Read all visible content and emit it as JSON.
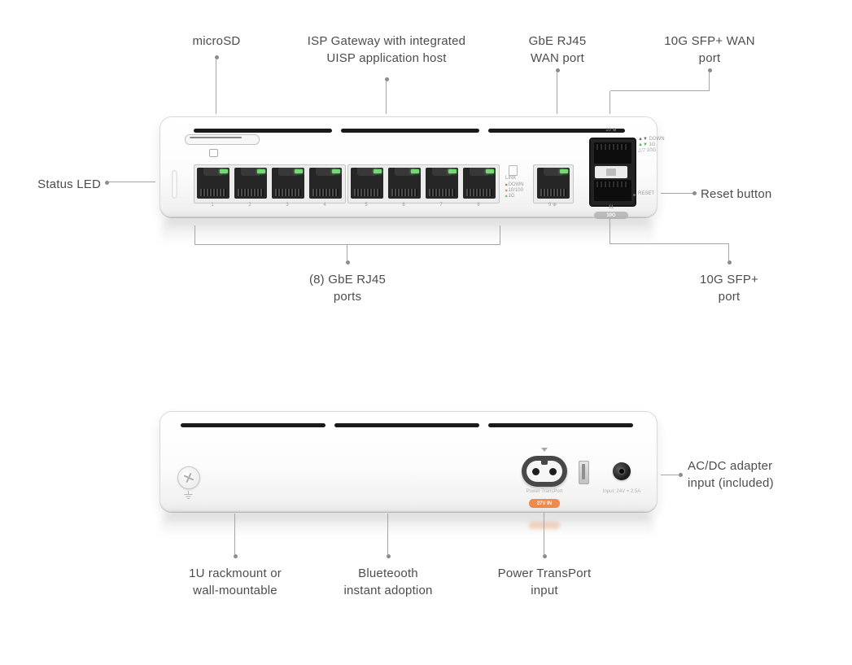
{
  "callouts": {
    "microsd": {
      "line1": "microSD"
    },
    "gateway": {
      "line1": "ISP Gateway with integrated",
      "line2": "UISP application host"
    },
    "gbe_wan": {
      "line1": "GbE RJ45",
      "line2": "WAN port"
    },
    "sfp_wan": {
      "line1": "10G SFP+ WAN",
      "line2": "port"
    },
    "status_led": {
      "line1": "Status LED"
    },
    "reset": {
      "line1": "Reset button"
    },
    "rj45_group": {
      "line1": "(8) GbE RJ45",
      "line2": "ports"
    },
    "sfp_lan": {
      "line1": "10G SFP+",
      "line2": "port"
    },
    "acdc": {
      "line1": "AC/DC adapter",
      "line2": "input (included)"
    },
    "rackmount": {
      "line1": "1U rackmount or",
      "line2": "wall-mountable"
    },
    "bluetooth": {
      "line1": "Blueteooth",
      "line2": "instant adoption"
    },
    "transport": {
      "line1": "Power TransPort",
      "line2": "input"
    }
  },
  "front_device": {
    "port_numbers": [
      "1",
      "2",
      "3",
      "4",
      "5",
      "6",
      "7",
      "8"
    ],
    "wan_port_number": "9",
    "globe_glyph": "⊕",
    "sfp_port_top_number": "10",
    "sfp_port_bottom_number": "11",
    "sfp_speed_badge": "10G",
    "reset_label": "RESET",
    "link_legend": {
      "title": "LINK",
      "rows": [
        {
          "label": "DOWN",
          "color": "#8f8f8f"
        },
        {
          "label": "10/100",
          "color": "#f0914e"
        },
        {
          "label": "1G",
          "color": "#7cc57c"
        }
      ]
    },
    "sfp_legend": {
      "rows": [
        {
          "tri": "▲▼",
          "tri_color": "#6e6e6e",
          "label": "DOWN"
        },
        {
          "tri": "▲▼",
          "tri_color": "#57b457",
          "label": "1G"
        },
        {
          "tri": "△▽",
          "tri_color": "#9a9a9a",
          "label": "10G"
        }
      ]
    }
  },
  "rear_device": {
    "power_port_label": "Power TransPort",
    "power_badge": "27V IN",
    "dc_input_label": "Input: 24V = 2.5A"
  },
  "colors": {
    "led_green": "#74d874",
    "accent_orange": "#ef8a4f",
    "callout_line": "#a6a6a6",
    "vent": "#1a1a1a"
  }
}
